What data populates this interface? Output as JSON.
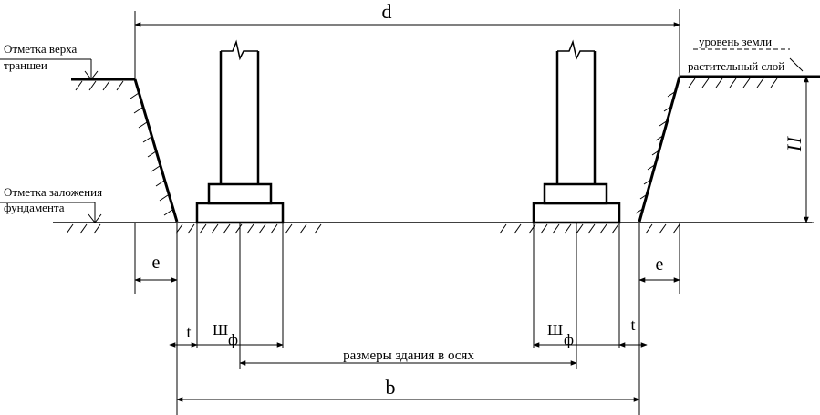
{
  "labels": {
    "d": "d",
    "b": "b",
    "H": "H",
    "e_left": "e",
    "e_right": "e",
    "t_left": "t",
    "t_right": "t",
    "sh_left": "Ш",
    "sh_left_sub": "ф",
    "sh_right": "Ш",
    "sh_right_sub": "ф",
    "trench_top_line1": "Отметка верха",
    "trench_top_line2": "траншеи",
    "foundation_line1": "Отметка заложения",
    "foundation_line2": "фундамента",
    "ground_level": "уровень земли",
    "topsoil": "растительный слой",
    "building_axes": "размеры здания в осях"
  },
  "colors": {
    "ink": "#000000",
    "background": "#ffffff"
  }
}
